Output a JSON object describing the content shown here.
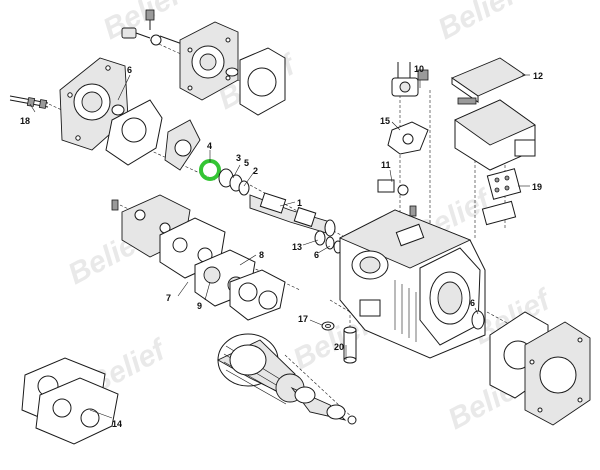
{
  "callouts": {
    "c1": "1",
    "c2": "2",
    "c3": "3",
    "c4": "4",
    "c5": "5",
    "c6a": "6",
    "c6b": "6",
    "c6c": "6",
    "c7": "7",
    "c8": "8",
    "c9": "9",
    "c10": "10",
    "c11": "11",
    "c12": "12",
    "c13": "13",
    "c14": "14",
    "c15": "15",
    "c17": "17",
    "c18": "18",
    "c19": "19",
    "c20": "20"
  },
  "watermark": "Belief",
  "colors": {
    "highlight": "#34c534",
    "line": "#1a1a1a",
    "watermark": "#cfcfcf"
  }
}
